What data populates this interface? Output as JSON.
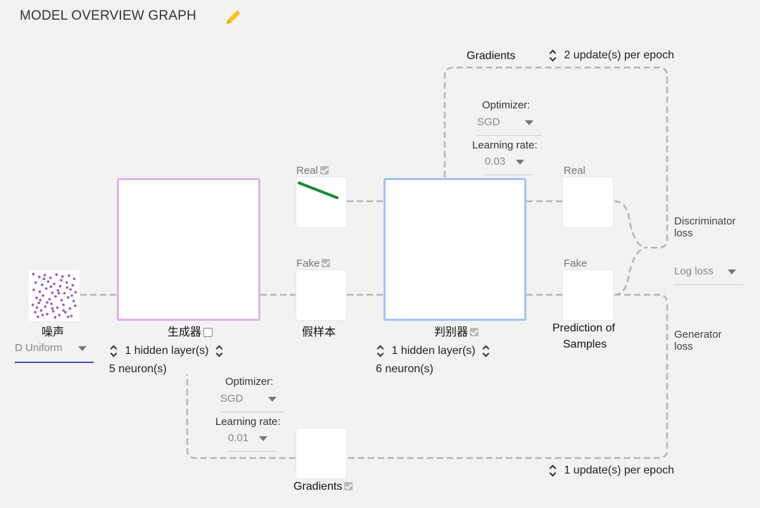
{
  "header": {
    "title": "MODEL OVERVIEW GRAPH",
    "edit_icon": "pencil-icon"
  },
  "noise": {
    "label": "噪声",
    "distribution": "D Uniform",
    "dots": [
      [
        0.05,
        0.04
      ],
      [
        0.18,
        0.1
      ],
      [
        0.3,
        0.06
      ],
      [
        0.42,
        0.12
      ],
      [
        0.55,
        0.05
      ],
      [
        0.68,
        0.09
      ],
      [
        0.82,
        0.07
      ],
      [
        0.93,
        0.14
      ],
      [
        0.1,
        0.22
      ],
      [
        0.24,
        0.27
      ],
      [
        0.37,
        0.2
      ],
      [
        0.5,
        0.25
      ],
      [
        0.63,
        0.3
      ],
      [
        0.77,
        0.22
      ],
      [
        0.9,
        0.28
      ],
      [
        0.06,
        0.38
      ],
      [
        0.19,
        0.42
      ],
      [
        0.33,
        0.35
      ],
      [
        0.46,
        0.44
      ],
      [
        0.58,
        0.39
      ],
      [
        0.72,
        0.45
      ],
      [
        0.85,
        0.37
      ],
      [
        0.96,
        0.43
      ],
      [
        0.12,
        0.55
      ],
      [
        0.26,
        0.5
      ],
      [
        0.4,
        0.58
      ],
      [
        0.53,
        0.52
      ],
      [
        0.66,
        0.6
      ],
      [
        0.8,
        0.54
      ],
      [
        0.92,
        0.62
      ],
      [
        0.04,
        0.7
      ],
      [
        0.17,
        0.66
      ],
      [
        0.31,
        0.74
      ],
      [
        0.44,
        0.68
      ],
      [
        0.57,
        0.76
      ],
      [
        0.7,
        0.7
      ],
      [
        0.84,
        0.78
      ],
      [
        0.95,
        0.72
      ],
      [
        0.09,
        0.86
      ],
      [
        0.22,
        0.82
      ],
      [
        0.35,
        0.9
      ],
      [
        0.48,
        0.84
      ],
      [
        0.61,
        0.92
      ],
      [
        0.74,
        0.86
      ],
      [
        0.87,
        0.94
      ],
      [
        0.15,
        0.96
      ],
      [
        0.52,
        0.97
      ],
      [
        0.28,
        0.14
      ],
      [
        0.65,
        0.17
      ],
      [
        0.43,
        0.31
      ],
      [
        0.78,
        0.33
      ],
      [
        0.2,
        0.6
      ],
      [
        0.6,
        0.45
      ],
      [
        0.35,
        0.65
      ],
      [
        0.88,
        0.5
      ],
      [
        0.7,
        0.82
      ],
      [
        0.13,
        0.76
      ],
      [
        0.46,
        0.78
      ],
      [
        0.25,
        0.92
      ],
      [
        0.8,
        0.96
      ]
    ]
  },
  "generator": {
    "label": "生成器",
    "hidden_layers": "1 hidden layer(s)",
    "neurons": "5 neuron(s)",
    "optimizer_label": "Optimizer:",
    "optimizer": "SGD",
    "lr_label": "Learning rate:",
    "lr": "0.01",
    "gradients_label": "Gradients",
    "updates": "1 update(s) per epoch"
  },
  "samples": {
    "real_label": "Real",
    "fake_label": "Fake",
    "fake_caption": "假样本",
    "real_line_color": "#1a8a3a"
  },
  "discriminator": {
    "label": "判别器",
    "hidden_layers": "1 hidden layer(s)",
    "neurons": "6 neuron(s)",
    "optimizer_label": "Optimizer:",
    "optimizer": "SGD",
    "lr_label": "Learning rate:",
    "lr": "0.03",
    "gradients_label": "Gradients",
    "updates": "2 update(s) per epoch"
  },
  "prediction": {
    "real_label": "Real",
    "fake_label": "Fake",
    "caption_line1": "Prediction of",
    "caption_line2": "Samples"
  },
  "loss": {
    "discriminator_line1": "Discriminator",
    "discriminator_line2": "loss",
    "type": "Log loss",
    "generator_line1": "Generator",
    "generator_line2": "loss"
  },
  "colors": {
    "generator_border": "#dcb4e6",
    "discriminator_border": "#a4c4f4",
    "noise_dots": "#9b59b6",
    "wire": "#b5b5b5",
    "pencil": "#f5c518",
    "uniform_underline": "#3f51b5"
  }
}
